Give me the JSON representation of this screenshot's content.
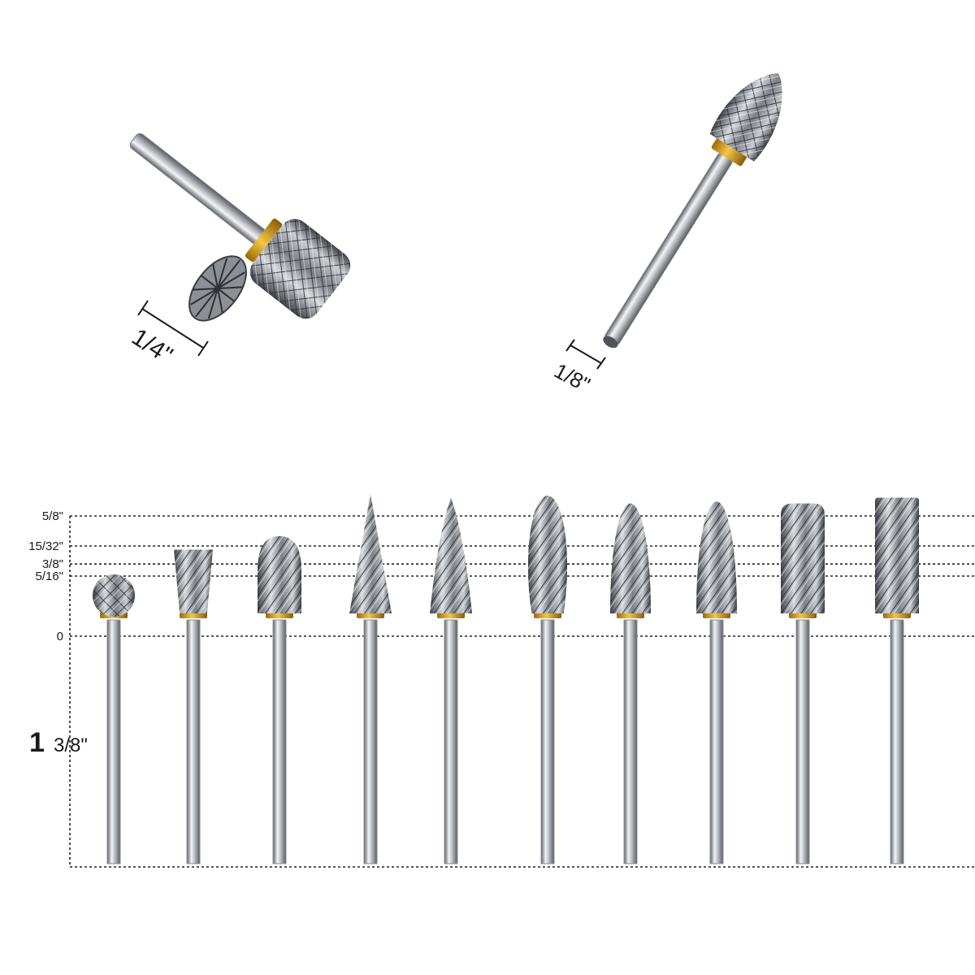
{
  "top_callouts": {
    "large_diameter_label": "1/4\"",
    "small_shank_label": "1/8\""
  },
  "scale": {
    "ticks": [
      {
        "label": "5/8\"",
        "inches": 0.625
      },
      {
        "label": "15/32\"",
        "inches": 0.46875
      },
      {
        "label": "3/8\"",
        "inches": 0.375
      },
      {
        "label": "5/16\"",
        "inches": 0.3125
      },
      {
        "label": "0",
        "inches": 0
      }
    ],
    "shank_length_whole": "1",
    "shank_length_fraction": "3/8\""
  },
  "bits": [
    {
      "shape": "ball-icon",
      "head_height": 0.33
    },
    {
      "shape": "inverted-cone-icon",
      "head_height": 0.45
    },
    {
      "shape": "oval-icon",
      "head_height": 0.52
    },
    {
      "shape": "pointed-cone-icon",
      "head_height": 0.74
    },
    {
      "shape": "tree-pointed-icon",
      "head_height": 0.72
    },
    {
      "shape": "flame-icon",
      "head_height": 0.73
    },
    {
      "shape": "tree-radius-icon",
      "head_height": 0.69
    },
    {
      "shape": "tree-radius-icon",
      "head_height": 0.7
    },
    {
      "shape": "cylinder-radius-end-icon",
      "head_height": 0.69
    },
    {
      "shape": "cylinder-icon",
      "head_height": 0.72
    }
  ],
  "colors": {
    "steel_dark": "#6e7278",
    "steel_light": "#eef0f2",
    "collar_gold": "#e0a21c",
    "dash_line": "#222222"
  }
}
